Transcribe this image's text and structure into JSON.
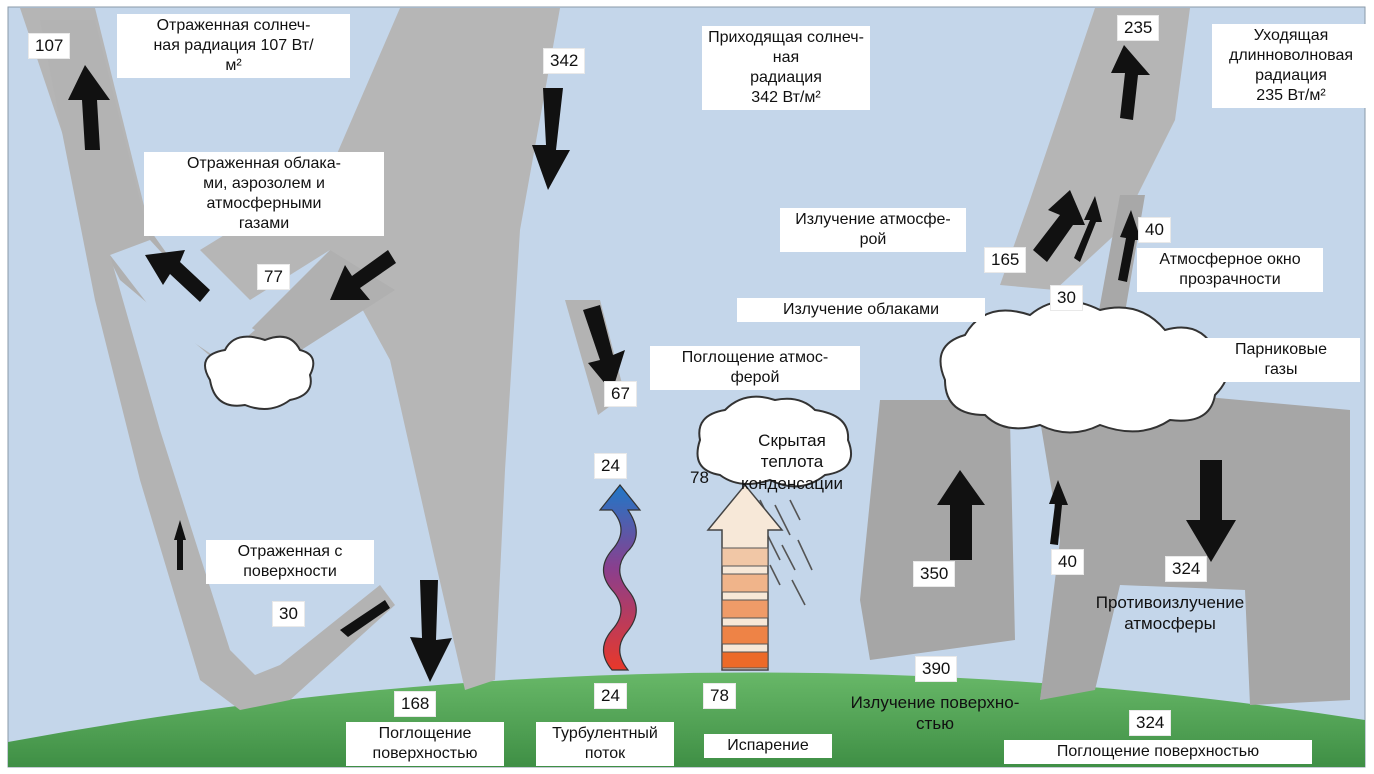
{
  "colors": {
    "sky": "#c4d6ea",
    "beam": "#b3b3b3",
    "beam_dark": "#9c9c9c",
    "earth": "#5aa55a",
    "arrow": "#111111",
    "cloud": "#ffffff"
  },
  "labels": {
    "reflected_solar": "Отраженная солнеч-\nная радиация 107 Вт/\nм²",
    "incoming_solar": "Приходящая солнеч-\nная\nрадиация\n342 Вт/м²",
    "outgoing_longwave": "Уходящая\nдлинноволновая\nрадиация\n235 Вт/м²",
    "reflected_clouds": "Отраженная облака-\nми, аэрозолем и\nатмосферными\nгазами",
    "atmosphere_emission": "Излучение атмосфе-\nрой",
    "atmospheric_window": "Атмосферное окно\nпрозрачности",
    "clouds_emission": "Излучение облаками",
    "absorbed_atmosphere": "Поглощение атмос-\nферой",
    "latent_heat": "Скрытая\nтеплота\nконденсации",
    "greenhouse_gases": "Парниковые\nгазы",
    "reflected_surface": "Отраженная с\nповерхности",
    "back_radiation": "Противоизлучение\nатмосферы",
    "surface_emission": "Излучение поверхно-\nстью",
    "absorbed_surface_left": "Поглощение\nповерхностью",
    "thermals": "Турбулентный\nпоток",
    "evapotranspiration": "Испарение",
    "absorbed_surface_right": "Поглощение поверхностью"
  },
  "values": {
    "reflected_total": "107",
    "incoming": "342",
    "outgoing": "235",
    "reflected_clouds": "77",
    "atmosphere_emission": "165",
    "window_top": "40",
    "clouds_emission": "30",
    "absorbed_atmosphere": "67",
    "thermals_top": "24",
    "latent_top": "78",
    "reflected_surface": "30",
    "surface_emission_up": "350",
    "window_bottom": "40",
    "back_radiation_top": "324",
    "surface_emission_total": "390",
    "absorbed_surface": "168",
    "thermals_bottom": "24",
    "evaporation_bottom": "78",
    "back_radiation_bottom": "324"
  }
}
